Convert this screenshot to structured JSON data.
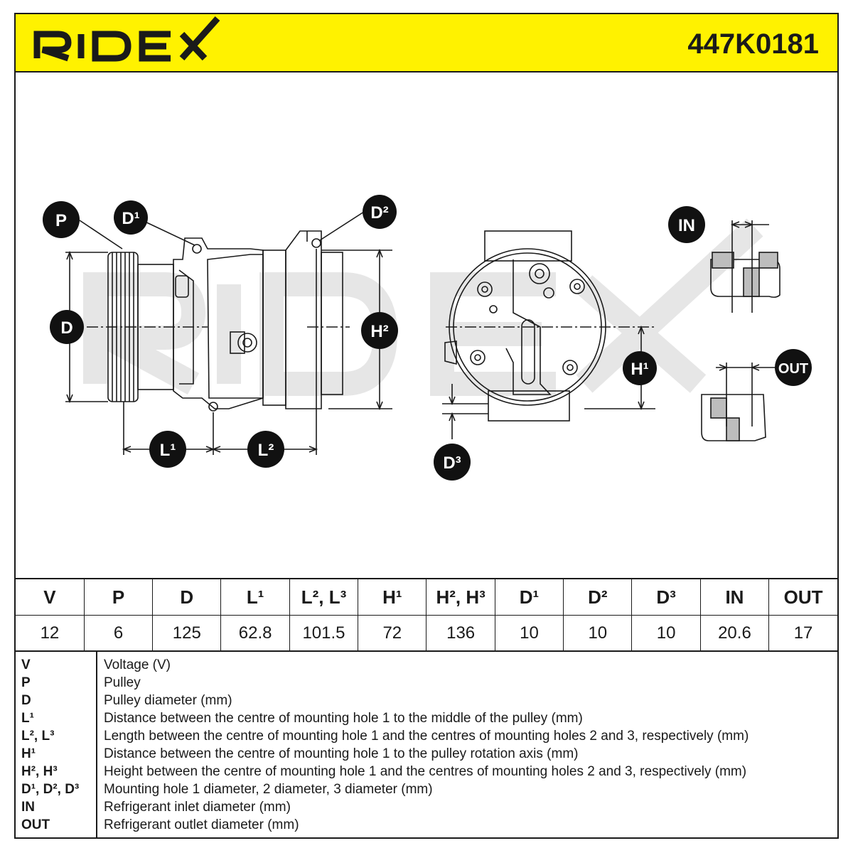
{
  "header": {
    "brand": "RIDEX",
    "part_number": "447K0181",
    "background_color": "#FFF200"
  },
  "callouts": {
    "P": "P",
    "D1": "D¹",
    "D2": "D²",
    "D": "D",
    "H2": "H²",
    "L1": "L¹",
    "L2": "L²",
    "H1": "H¹",
    "D3": "D³",
    "IN": "IN",
    "OUT": "OUT"
  },
  "spec_table": {
    "headers": [
      "V",
      "P",
      "D",
      "L¹",
      "L², L³",
      "H¹",
      "H², H³",
      "D¹",
      "D²",
      "D³",
      "IN",
      "OUT"
    ],
    "values": [
      "12",
      "6",
      "125",
      "62.8",
      "101.5",
      "72",
      "136",
      "10",
      "10",
      "10",
      "20.6",
      "17"
    ]
  },
  "legend": [
    {
      "key": "V",
      "desc": "Voltage (V)"
    },
    {
      "key": "P",
      "desc": "Pulley"
    },
    {
      "key": "D",
      "desc": "Pulley diameter (mm)"
    },
    {
      "key": "L¹",
      "desc": "Distance between the centre of mounting hole 1 to the middle of the pulley (mm)"
    },
    {
      "key": "L², L³",
      "desc": "Length between the centre of mounting hole 1 and the centres of mounting holes 2 and 3, respectively (mm)"
    },
    {
      "key": "H¹",
      "desc": "Distance between the centre of mounting hole 1 to the pulley rotation axis (mm)"
    },
    {
      "key": "H², H³",
      "desc": "Height between the centre of mounting hole 1 and the centres of mounting holes 2 and 3, respectively (mm)"
    },
    {
      "key": "D¹, D², D³",
      "desc": "Mounting hole 1 diameter, 2 diameter, 3 diameter (mm)"
    },
    {
      "key": "IN",
      "desc": "Refrigerant inlet diameter (mm)"
    },
    {
      "key": "OUT",
      "desc": "Refrigerant outlet diameter (mm)"
    }
  ]
}
